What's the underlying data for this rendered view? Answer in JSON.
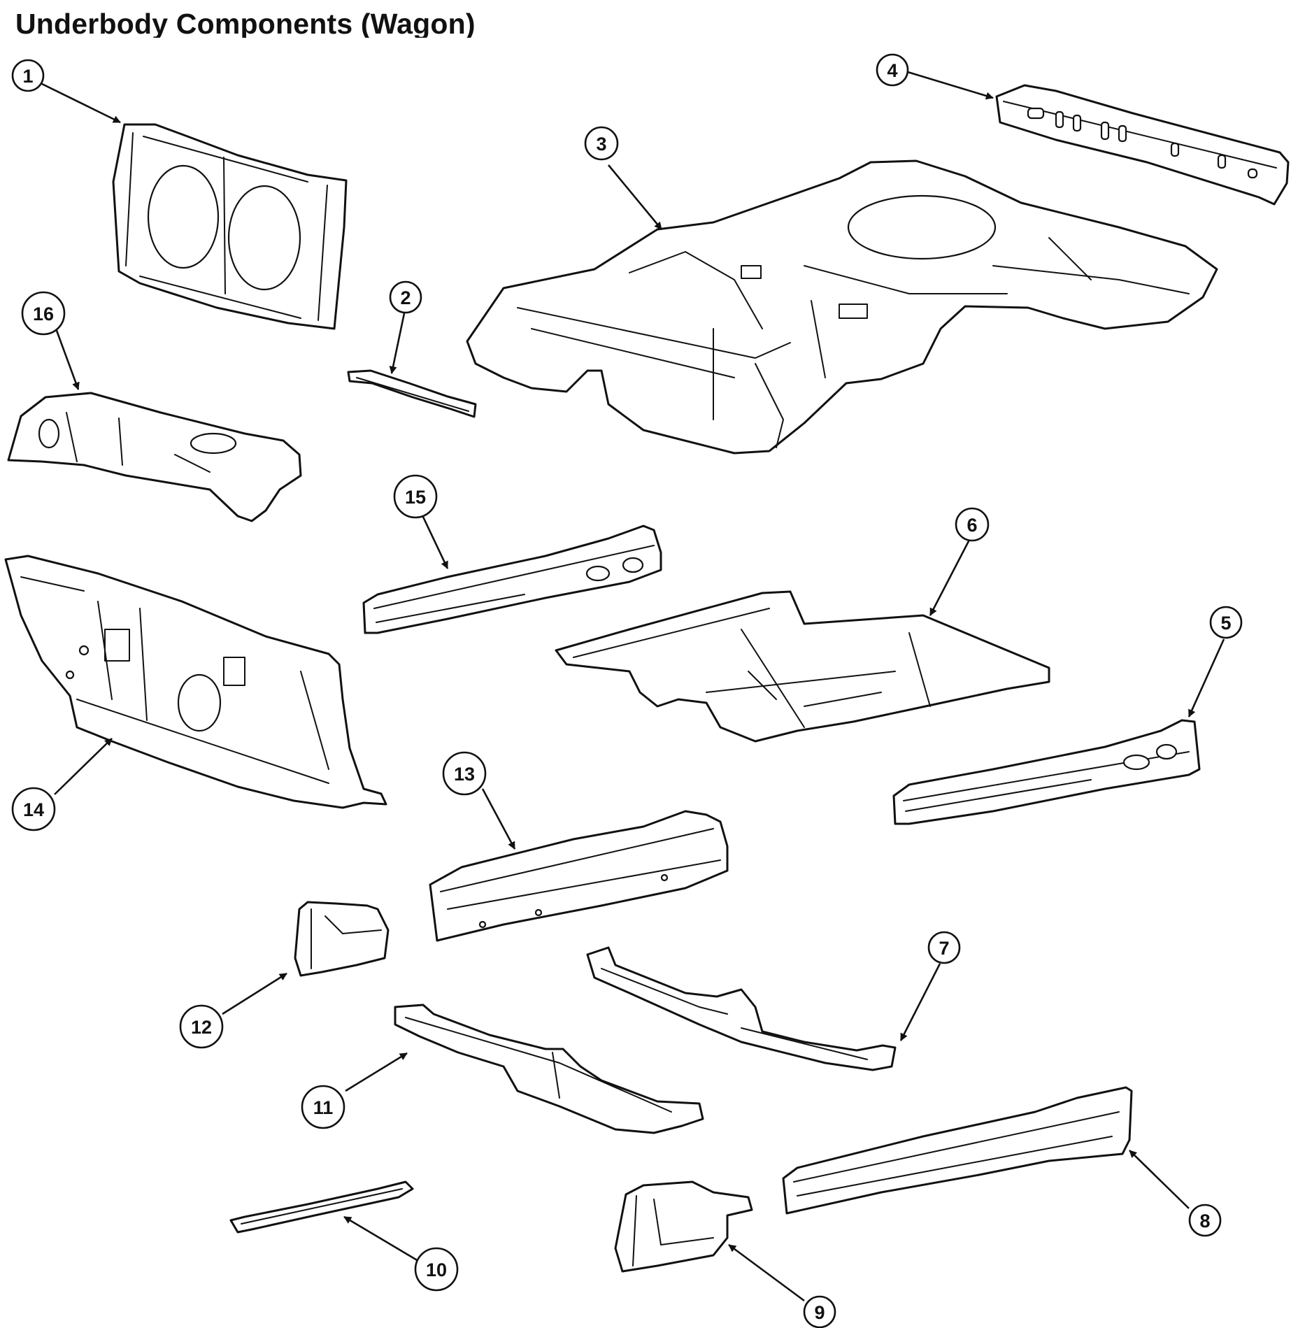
{
  "title": "Underbody Components (Wagon)",
  "callouts": [
    {
      "id": "1",
      "label": "1"
    },
    {
      "id": "2",
      "label": "2"
    },
    {
      "id": "3",
      "label": "3"
    },
    {
      "id": "4",
      "label": "4"
    },
    {
      "id": "5",
      "label": "5"
    },
    {
      "id": "6",
      "label": "6"
    },
    {
      "id": "7",
      "label": "7"
    },
    {
      "id": "8",
      "label": "8"
    },
    {
      "id": "9",
      "label": "9"
    },
    {
      "id": "10",
      "label": "10"
    },
    {
      "id": "11",
      "label": "11"
    },
    {
      "id": "12",
      "label": "12"
    },
    {
      "id": "13",
      "label": "13"
    },
    {
      "id": "14",
      "label": "14"
    },
    {
      "id": "15",
      "label": "15"
    },
    {
      "id": "16",
      "label": "16"
    }
  ]
}
